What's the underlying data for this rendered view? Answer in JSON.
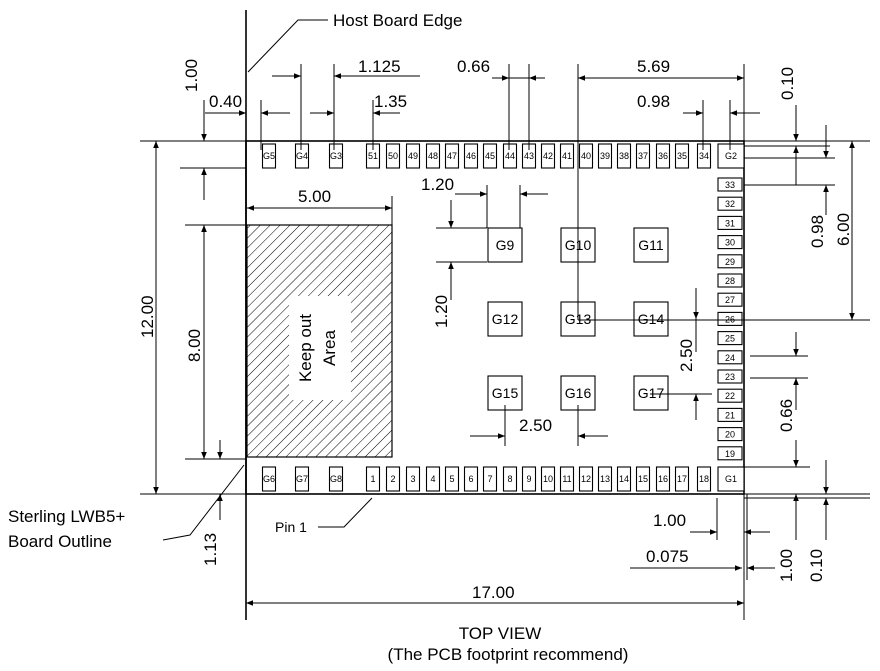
{
  "annotations": {
    "host_board_edge": "Host Board Edge",
    "board_outline_line1": "Sterling LWB5+",
    "board_outline_line2": "Board Outline",
    "pin1": "Pin 1",
    "keepout_line1": "Keep out",
    "keepout_line2": "Area",
    "caption_line1": "TOP VIEW",
    "caption_line2": "(The PCB footprint recommend)"
  },
  "dimensions": {
    "d_1_00_top": "1.00",
    "d_0_40": "0.40",
    "d_1_125": "1.125",
    "d_1_35": "1.35",
    "d_0_66_top": "0.66",
    "d_5_69": "5.69",
    "d_0_98_top": "0.98",
    "d_0_10_top": "0.10",
    "d_1_20_h": "1.20",
    "d_5_00": "5.00",
    "d_0_98_right": "0.98",
    "d_6_00": "6.00",
    "d_12_00": "12.00",
    "d_8_00": "8.00",
    "d_1_20_v": "1.20",
    "d_2_50_v": "2.50",
    "d_0_66_right": "0.66",
    "d_2_50_h": "2.50",
    "d_1_13": "1.13",
    "d_1_00_bottom": "1.00",
    "d_0_075": "0.075",
    "d_1_00_bottom_right": "1.00",
    "d_0_10_bottom": "0.10",
    "d_17_00": "17.00"
  },
  "top_pads": [
    "G5",
    "G4",
    "G3",
    "51",
    "50",
    "49",
    "48",
    "47",
    "46",
    "45",
    "44",
    "43",
    "42",
    "41",
    "40",
    "39",
    "38",
    "37",
    "36",
    "35",
    "34",
    "G2"
  ],
  "bottom_pads": [
    "G6",
    "G7",
    "G8",
    "1",
    "2",
    "3",
    "4",
    "5",
    "6",
    "7",
    "8",
    "9",
    "10",
    "11",
    "12",
    "13",
    "14",
    "15",
    "16",
    "17",
    "18",
    "G1"
  ],
  "right_pads": [
    "33",
    "32",
    "31",
    "30",
    "29",
    "28",
    "27",
    "26",
    "25",
    "24",
    "23",
    "22",
    "21",
    "20",
    "19"
  ],
  "ground_pads": [
    "G9",
    "G10",
    "G11",
    "G12",
    "G13",
    "G14",
    "G15",
    "G16",
    "G17"
  ]
}
